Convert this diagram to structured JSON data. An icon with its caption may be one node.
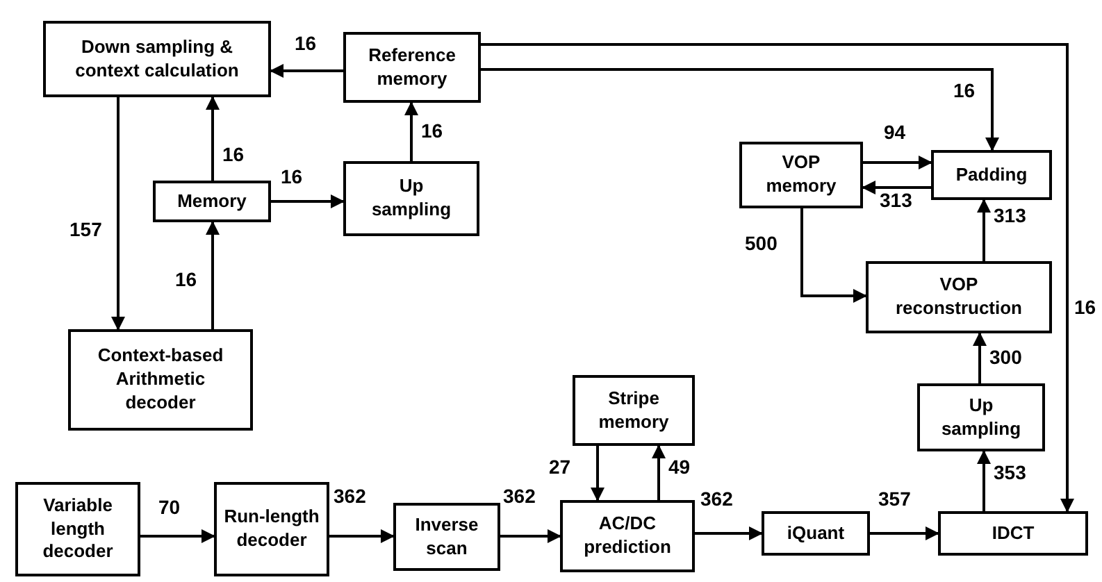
{
  "diagram": {
    "nodes": [
      {
        "text": [
          "Down sampling & context calculation"
        ]
      },
      {
        "text": [
          "Reference memory"
        ]
      },
      {
        "text": [
          "Memory"
        ]
      },
      {
        "text": [
          "Up sampling"
        ]
      },
      {
        "text": [
          "Context-based Arithmetic decoder"
        ]
      },
      {
        "text": [
          "VOP memory"
        ]
      },
      {
        "text": [
          "Padding"
        ]
      },
      {
        "text": [
          "VOP reconstruction"
        ]
      },
      {
        "text": [
          "Up sampling"
        ]
      },
      {
        "text": [
          "Stripe memory"
        ]
      },
      {
        "text": [
          "Variable length decoder"
        ]
      },
      {
        "text": [
          "Run-length decoder"
        ]
      },
      {
        "text": [
          "Inverse scan"
        ]
      },
      {
        "text": [
          "AC/DC prediction"
        ]
      },
      {
        "text": [
          "iQuant"
        ]
      },
      {
        "text": [
          "IDCT"
        ]
      }
    ],
    "edges": [
      {
        "from": 1,
        "to": 0,
        "arrow": "to",
        "label": "16"
      },
      {
        "from": 3,
        "to": 1,
        "arrow": "to",
        "label": "16"
      },
      {
        "from": 2,
        "to": 0,
        "arrow": "to",
        "label": "16"
      },
      {
        "from": 2,
        "to": 3,
        "arrow": "to",
        "label": "16"
      },
      {
        "from": 4,
        "to": 2,
        "arrow": "to",
        "label": "16"
      },
      {
        "from": 0,
        "to": 4,
        "arrow": "to",
        "label": "157"
      },
      {
        "from": 1,
        "to": 6,
        "arrow": "to",
        "label": "16"
      },
      {
        "from": 1,
        "to": 15,
        "arrow": "to",
        "label": "16"
      },
      {
        "from": 5,
        "to": 6,
        "arrow": "to",
        "label": "94"
      },
      {
        "from": 6,
        "to": 5,
        "arrow": "to",
        "label": "313"
      },
      {
        "from": 7,
        "to": 6,
        "arrow": "to",
        "label": "313"
      },
      {
        "from": 5,
        "to": 7,
        "arrow": "to",
        "label": "500"
      },
      {
        "from": 8,
        "to": 7,
        "arrow": "to",
        "label": "300"
      },
      {
        "from": 15,
        "to": 8,
        "arrow": "to",
        "label": "353"
      },
      {
        "from": 9,
        "to": 13,
        "arrow": "to",
        "label": "27"
      },
      {
        "from": 13,
        "to": 9,
        "arrow": "to",
        "label": "49"
      },
      {
        "from": 10,
        "to": 11,
        "arrow": "to",
        "label": "70"
      },
      {
        "from": 11,
        "to": 12,
        "arrow": "to",
        "label": "362"
      },
      {
        "from": 12,
        "to": 13,
        "arrow": "to",
        "label": "362"
      },
      {
        "from": 13,
        "to": 14,
        "arrow": "to",
        "label": "362"
      },
      {
        "from": 14,
        "to": 15,
        "arrow": "to",
        "label": "357"
      }
    ]
  }
}
